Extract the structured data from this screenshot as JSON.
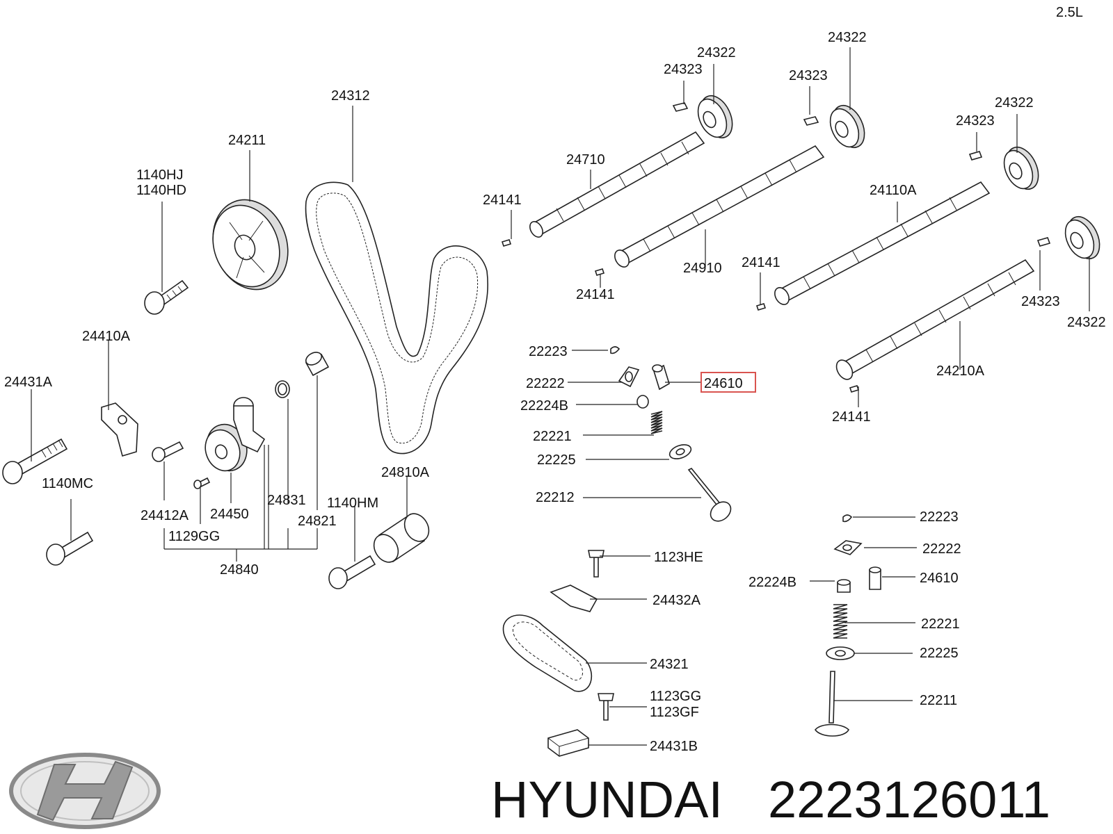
{
  "variant": "2.5L",
  "brand_caption": {
    "brand": "HYUNDAI",
    "part_number": "2223126011"
  },
  "highlight_color": "#d9534f",
  "labels": {
    "p24322_a": "24322",
    "p24323_a": "24323",
    "p24322_b": "24322",
    "p24323_b": "24323",
    "p24322_c": "24322",
    "p24323_c": "24323",
    "p24312": "24312",
    "p24211": "24211",
    "p1140hj": "1140HJ",
    "p1140hd": "1140HD",
    "p24710": "24710",
    "p24141_a": "24141",
    "p24110a": "24110A",
    "p24910": "24910",
    "p24141_b": "24141",
    "p24141_c": "24141",
    "p24323_d": "24323",
    "p24322_d": "24322",
    "p24410a": "24410A",
    "p24431a": "24431A",
    "p22223_a": "22223",
    "p22222_a": "22222",
    "p24610_a": "24610",
    "p22224b_a": "22224B",
    "p24210a": "24210A",
    "p24141_d": "24141",
    "p22221_a": "22221",
    "p22225_a": "22225",
    "p1140mc": "1140MC",
    "p24831": "24831",
    "p24810a": "24810A",
    "p22212": "22212",
    "p1140hm": "1140HM",
    "p24412a": "24412A",
    "p24450": "24450",
    "p24821": "24821",
    "p1129gg": "1129GG",
    "p24840": "24840",
    "p22223_b": "22223",
    "p22222_b": "22222",
    "p1123he": "1123HE",
    "p22224b_b": "22224B",
    "p24610_b": "24610",
    "p24432a": "24432A",
    "p22221_b": "22221",
    "p22225_b": "22225",
    "p24321": "24321",
    "p1123gg": "1123GG",
    "p1123gf": "1123GF",
    "p22211": "22211",
    "p24431b": "24431B"
  }
}
